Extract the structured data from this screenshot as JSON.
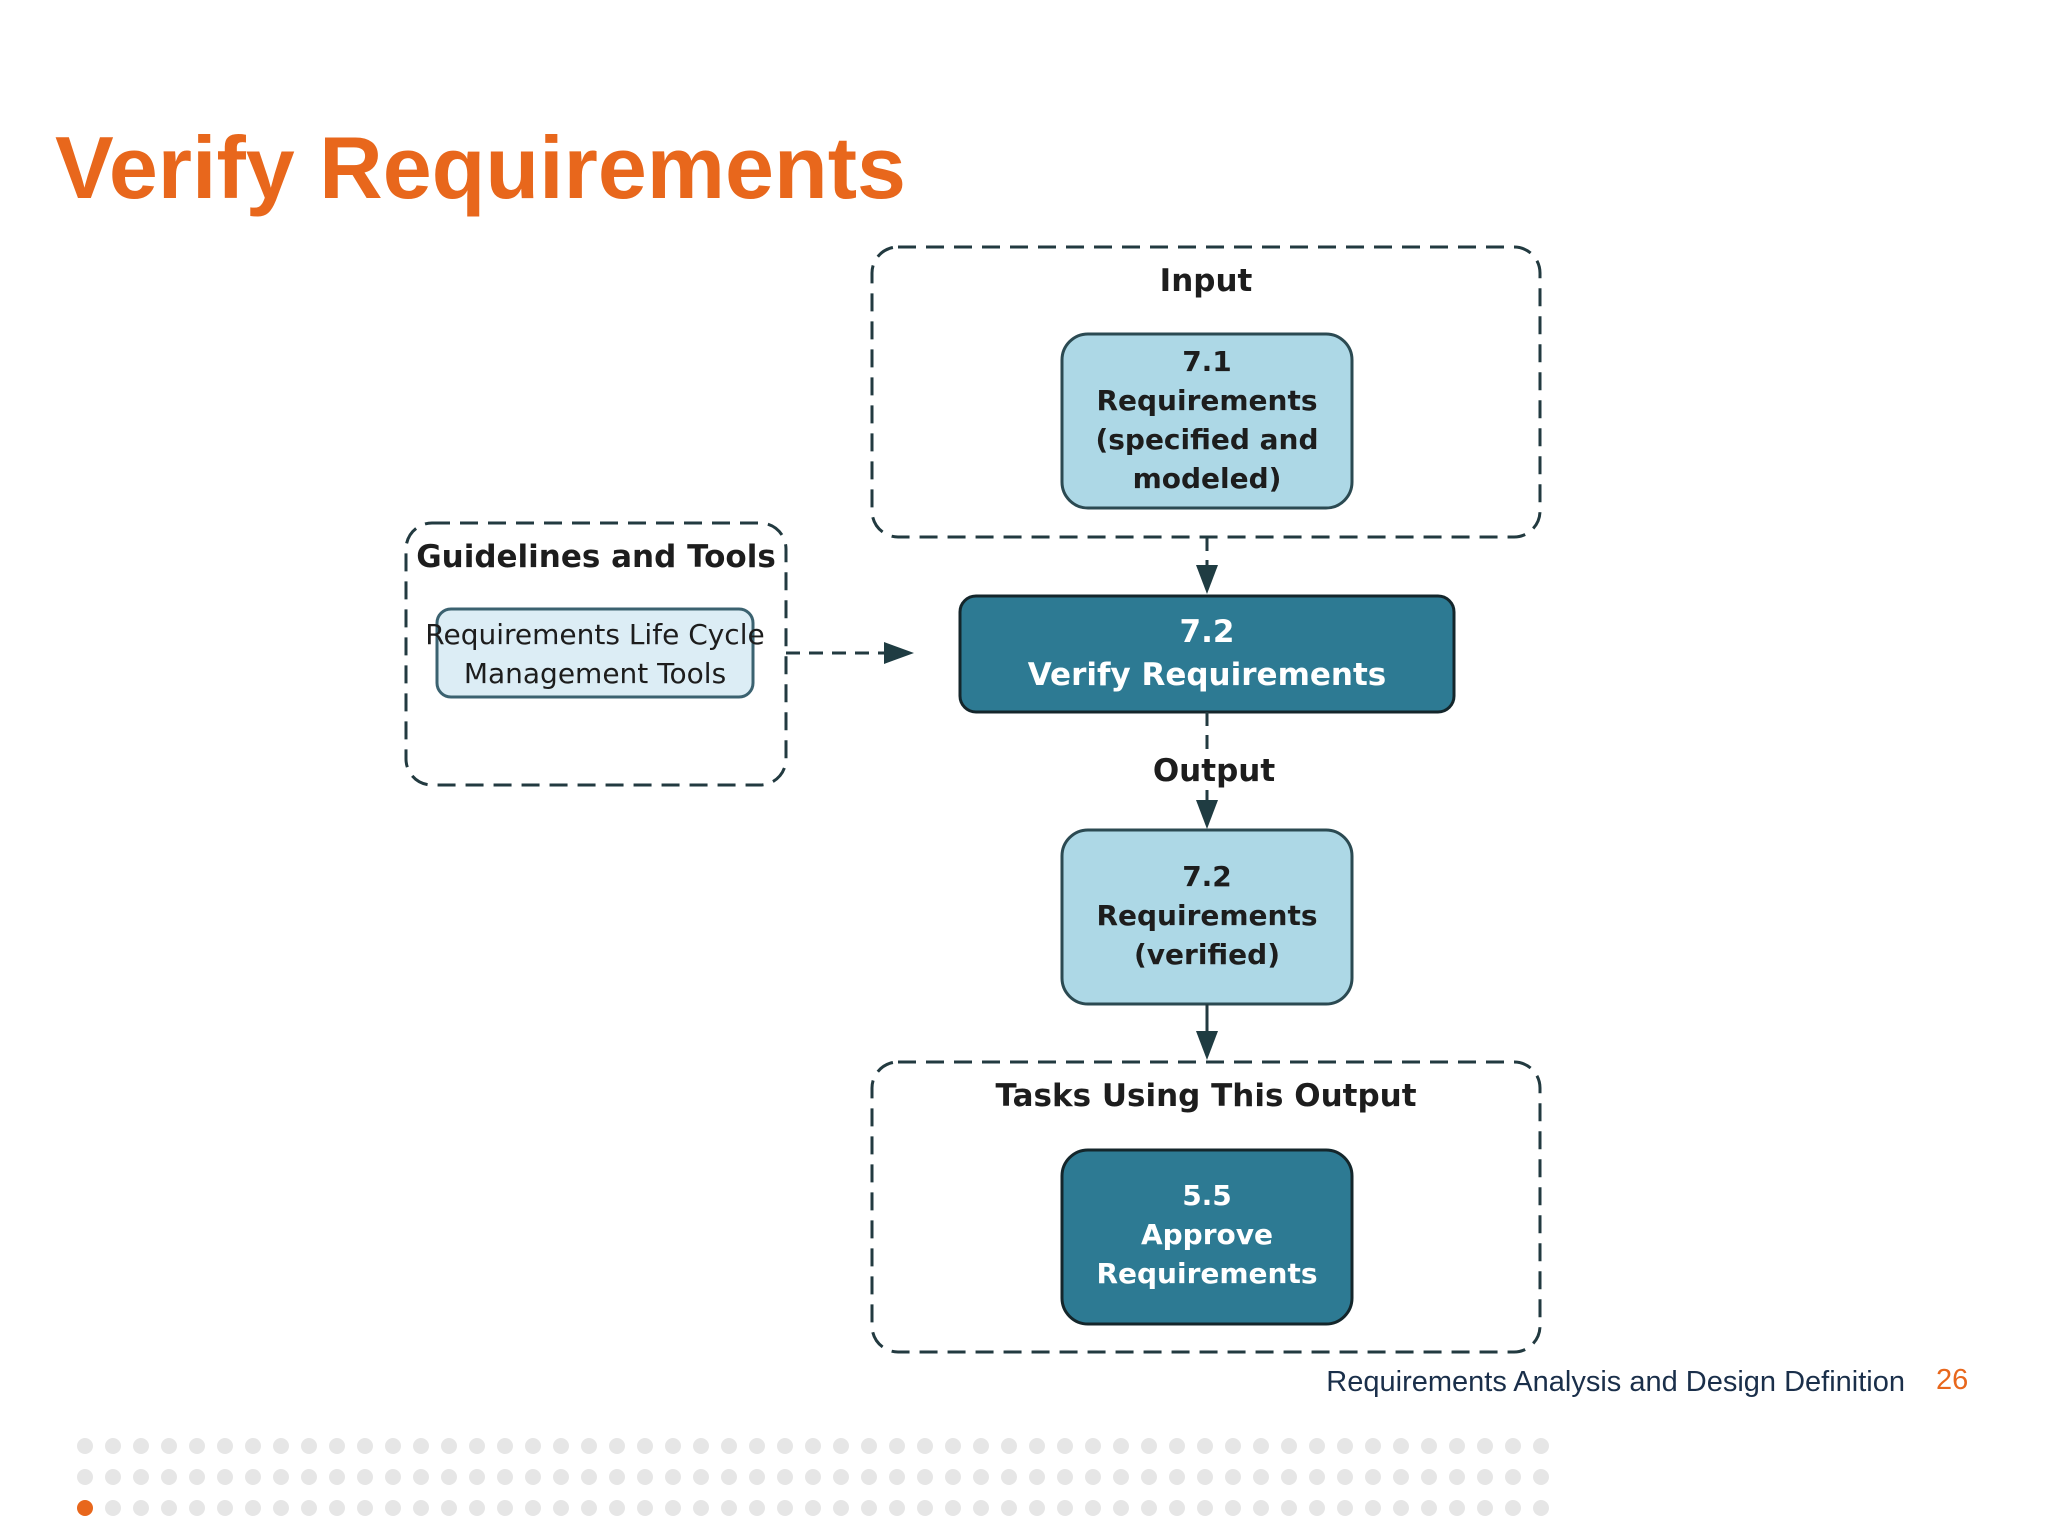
{
  "slide": {
    "title": "Verify Requirements",
    "footer_text": "Requirements Analysis and Design Definition",
    "page_number": "26"
  },
  "diagram": {
    "input_group": {
      "label": "Input",
      "box": {
        "lines": [
          "7.1",
          "Requirements",
          "(specified and",
          "modeled)"
        ]
      }
    },
    "guidelines_group": {
      "label": "Guidelines and Tools",
      "box": {
        "lines": [
          "Requirements Life Cycle",
          "Management Tools"
        ]
      }
    },
    "task": {
      "lines": [
        "7.2",
        "Verify Requirements"
      ]
    },
    "output_label": "Output",
    "output_box": {
      "lines": [
        "7.2",
        "Requirements",
        "(verified)"
      ]
    },
    "tasks_group": {
      "label": "Tasks Using This Output",
      "box": {
        "lines": [
          "5.5",
          "Approve",
          "Requirements"
        ]
      }
    }
  },
  "colors": {
    "title": "#e8671c",
    "light_box": "#add8e6",
    "dark_box": "#2d7a93",
    "page_number": "#e8671c",
    "dot_active": "#e8671c",
    "dot_inactive": "#e6e6e6"
  }
}
